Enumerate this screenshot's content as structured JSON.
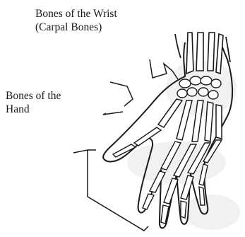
{
  "labels": {
    "wrist_line1": "Bones of the Wrist",
    "wrist_line2": "(Carpal Bones)",
    "hand_line1": "Bones of the",
    "hand_line2": "Hand"
  },
  "colors": {
    "ink": "#1a1a1a",
    "bone_shade": "#d6d6d6",
    "smudge": "#efefef"
  }
}
